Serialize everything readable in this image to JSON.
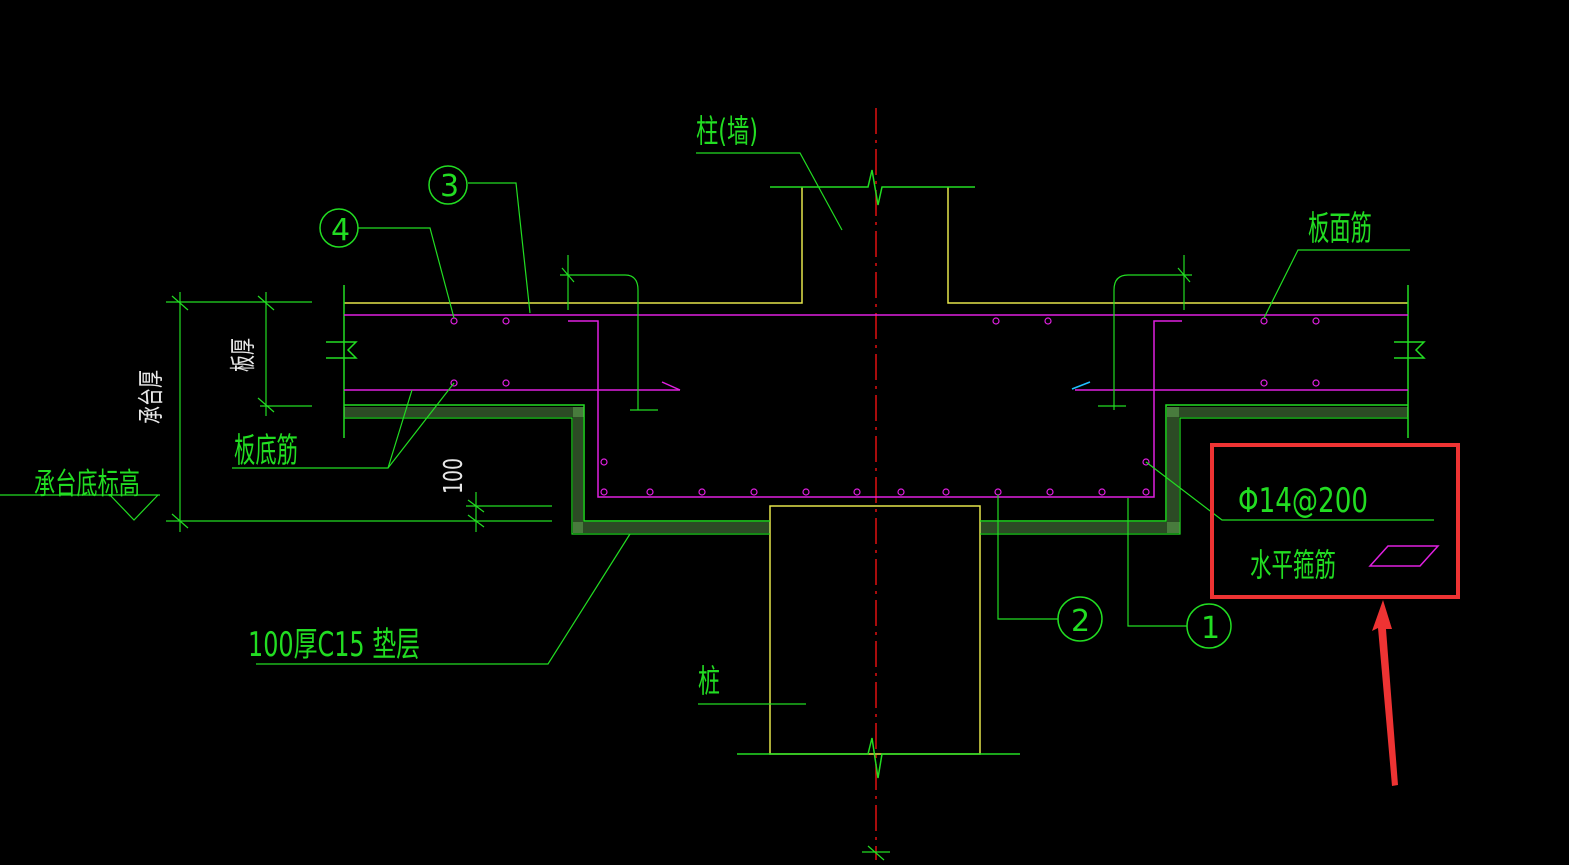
{
  "colors": {
    "background": "#000000",
    "green": "#22dd22",
    "yellow": "#e6e64a",
    "magenta": "#e020e0",
    "red": "#e01010",
    "highlight": "#ee3333",
    "cyan": "#20c0ff"
  },
  "labels": {
    "column_wall": "柱(墙)",
    "slab_top_rebar": "板面筋",
    "slab_thickness": "板厚",
    "cap_thickness": "承台厚",
    "slab_bottom_rebar": "板底筋",
    "cap_bottom_elevation": "承台底标高",
    "dim_100": "100",
    "bedding": "100厚C15  垫层",
    "pile": "桩"
  },
  "callouts": {
    "c1": "1",
    "c2": "2",
    "c3": "3",
    "c4": "4"
  },
  "highlight_box": {
    "spec": "Φ14@200",
    "description": "水平箍筋"
  }
}
